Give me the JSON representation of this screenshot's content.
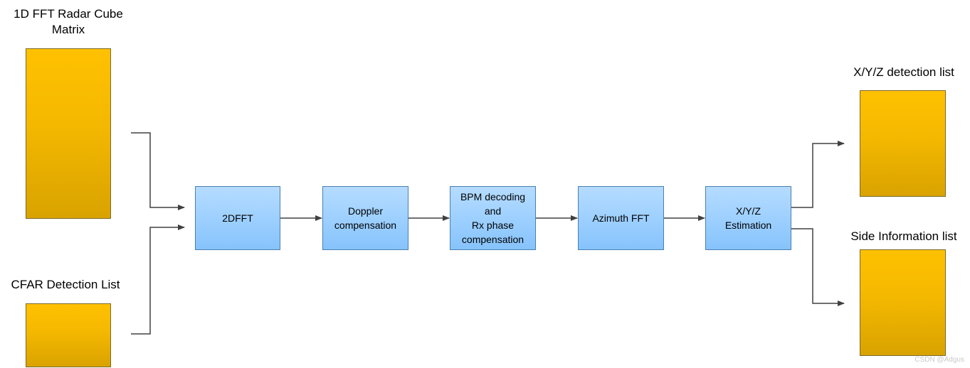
{
  "inputs": {
    "radar_cube_title": "1D FFT Radar Cube\nMatrix",
    "cfar_title": "CFAR Detection List"
  },
  "blocks": {
    "fft2d": "2DFFT",
    "doppler": "Doppler\ncompensation",
    "bpm": "BPM decoding\nand\nRx phase\ncompensation",
    "azimuth": "Azimuth FFT",
    "xyz": "X/Y/Z\nEstimation"
  },
  "outputs": {
    "xyz_list_title": "X/Y/Z detection list",
    "side_info_title": "Side Information list"
  },
  "watermark": "CSDN @Adgus",
  "colors": {
    "store_fill": "#ffc100",
    "process_fill": "#9ed0ff",
    "arrow": "#404040"
  }
}
